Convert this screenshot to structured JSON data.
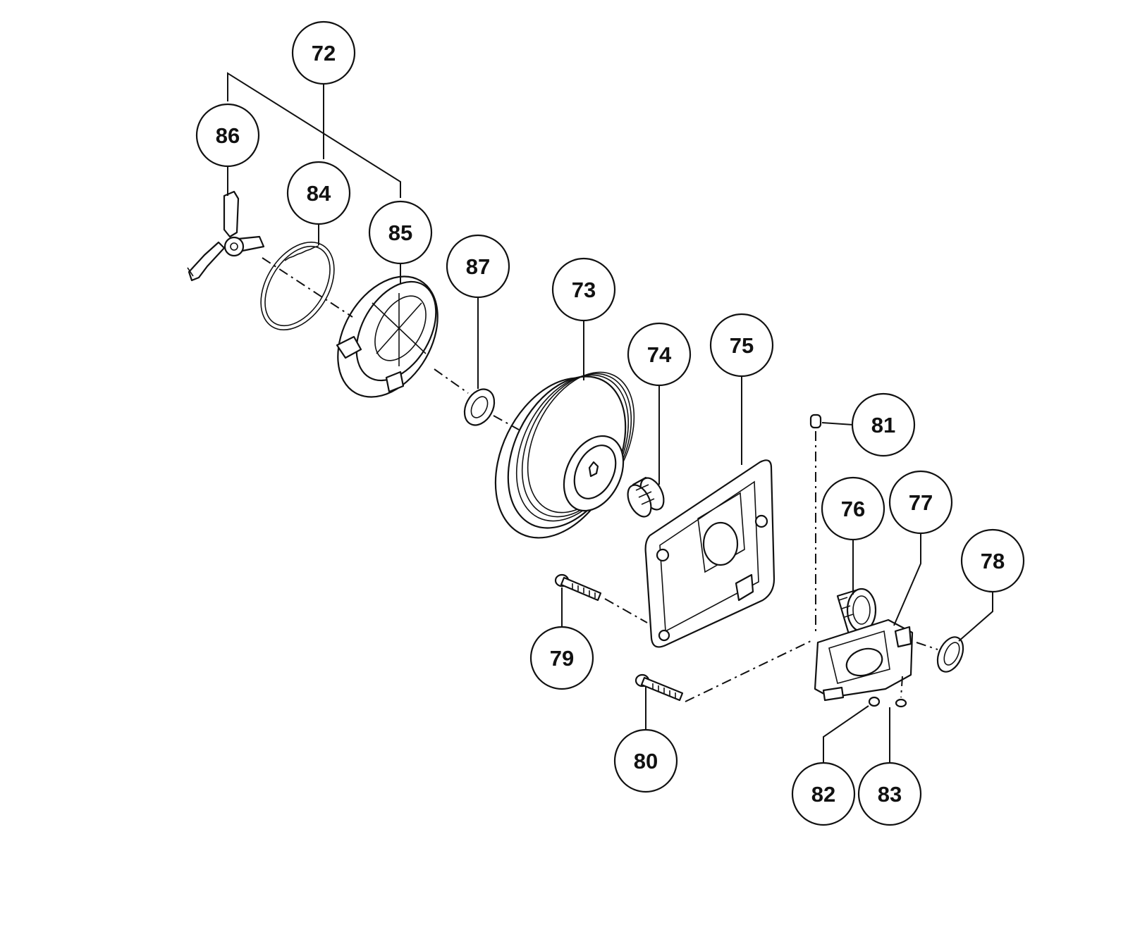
{
  "diagram": {
    "colors": {
      "ink": "#111111",
      "paper": "#ffffff"
    },
    "parts": [
      {
        "id": "72",
        "label": "72"
      },
      {
        "id": "73",
        "label": "73"
      },
      {
        "id": "74",
        "label": "74"
      },
      {
        "id": "75",
        "label": "75"
      },
      {
        "id": "76",
        "label": "76"
      },
      {
        "id": "77",
        "label": "77"
      },
      {
        "id": "78",
        "label": "78"
      },
      {
        "id": "79",
        "label": "79"
      },
      {
        "id": "80",
        "label": "80"
      },
      {
        "id": "81",
        "label": "81"
      },
      {
        "id": "82",
        "label": "82"
      },
      {
        "id": "83",
        "label": "83"
      },
      {
        "id": "84",
        "label": "84"
      },
      {
        "id": "85",
        "label": "85"
      },
      {
        "id": "86",
        "label": "86"
      },
      {
        "id": "87",
        "label": "87"
      }
    ]
  }
}
